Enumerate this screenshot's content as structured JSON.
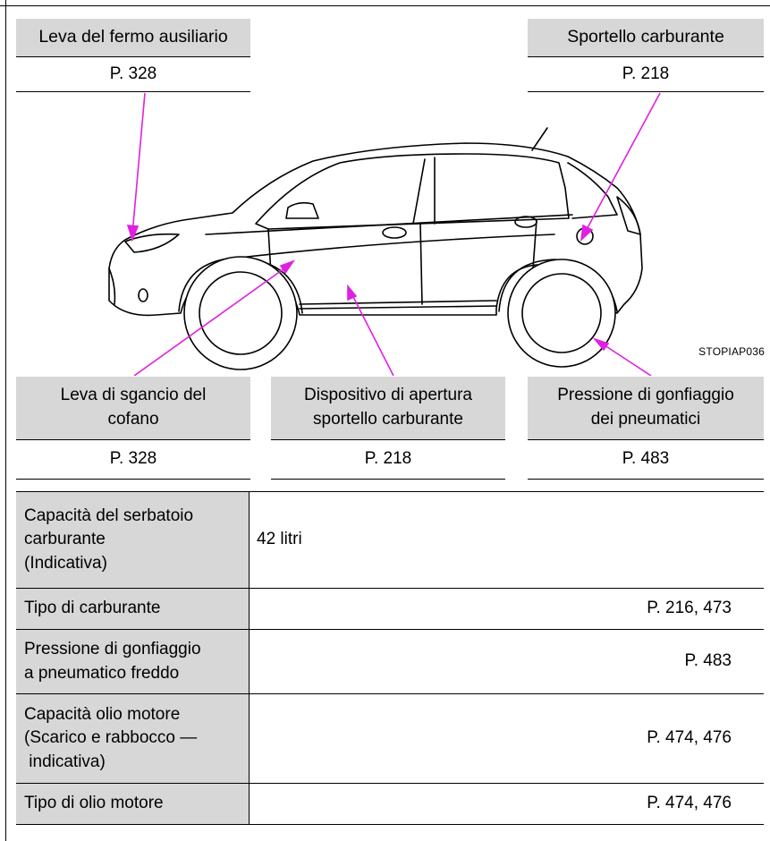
{
  "top_labels": {
    "auxiliary_latch": {
      "title": "Leva del fermo ausiliario",
      "page": "P. 328"
    },
    "fuel_door": {
      "title": "Sportello carburante",
      "page": "P. 218"
    }
  },
  "image_caption": "STOPIAP036",
  "bottom_labels": {
    "hood_release": {
      "title_line1": "Leva di sgancio del",
      "title_line2": "cofano",
      "page": "P. 328"
    },
    "fuel_door_opener": {
      "title_line1": "Dispositivo di apertura",
      "title_line2": "sportello carburante",
      "page": "P. 218"
    },
    "tire_pressure": {
      "title_line1": "Pressione di gonfiaggio",
      "title_line2": "dei pneumatici",
      "page": "P. 483"
    }
  },
  "spec_table": {
    "rows": [
      {
        "label_lines": [
          "Capacità del serbatoio",
          "carburante",
          "(Indicativa)"
        ],
        "value": "42 litri"
      },
      {
        "label_lines": [
          "Tipo di carburante"
        ],
        "value": "P. 216, 473"
      },
      {
        "label_lines": [
          "Pressione di gonfiaggio",
          "a pneumatico freddo"
        ],
        "value": "P. 483"
      },
      {
        "label_lines": [
          "Capacità olio motore",
          "(Scarico e rabbocco —",
          " indicativa)"
        ],
        "value": "P. 474, 476"
      },
      {
        "label_lines": [
          "Tipo di olio motore"
        ],
        "value": "P. 474, 476"
      }
    ]
  },
  "colors": {
    "callout_line": "#e020e0",
    "label_fill": "#d7d7d7"
  }
}
